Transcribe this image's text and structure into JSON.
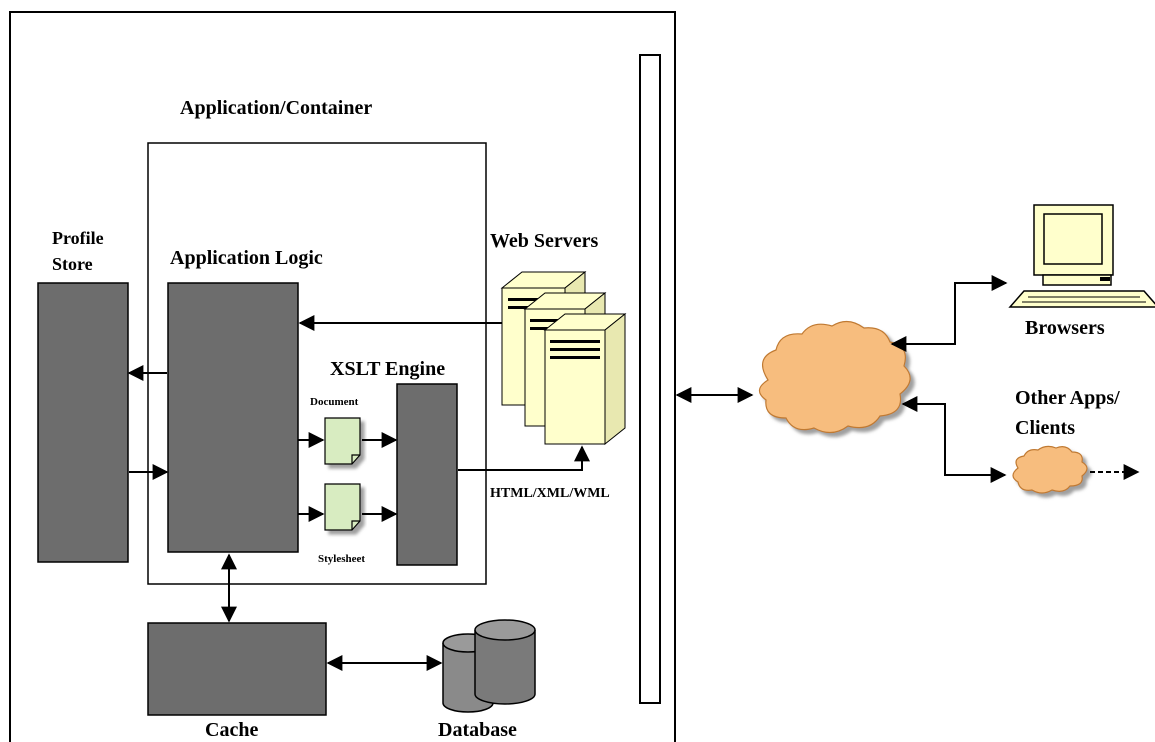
{
  "diagram": {
    "labels": {
      "application_container": "Application/Container",
      "profile_store_line1": "Profile",
      "profile_store_line2": "Store",
      "application_logic": "Application Logic",
      "web_servers": "Web Servers",
      "xslt_engine": "XSLT Engine",
      "document": "Document",
      "stylesheet": "Stylesheet",
      "output_formats": "HTML/XML/WML",
      "browsers": "Browsers",
      "other_apps_line1": "Other Apps/",
      "other_apps_line2": "Clients",
      "cache": "Cache",
      "database": "Database"
    },
    "colors": {
      "block": "#6d6d6d",
      "server": "#ffffcc",
      "cloud": "#f7bd7e",
      "document": "#d8ecc1",
      "computer": "#ffffcc"
    }
  }
}
